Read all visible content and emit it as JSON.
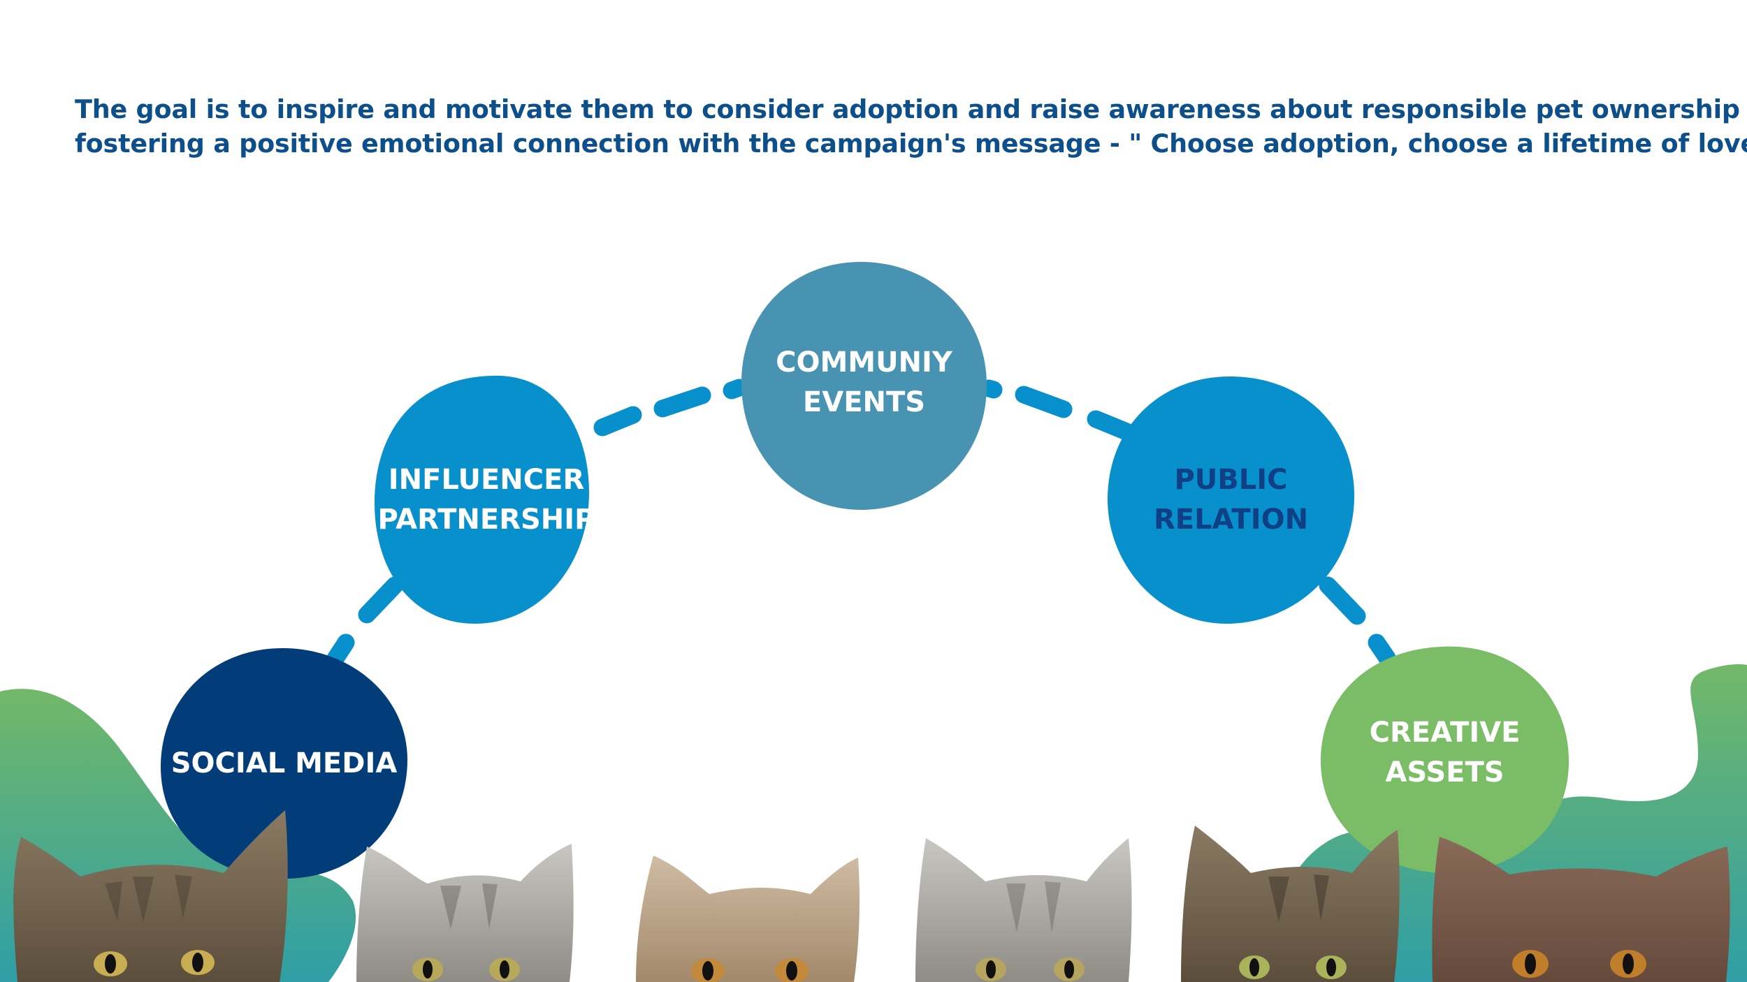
{
  "intro": {
    "line1": "The goal is to inspire and motivate them to consider adoption and raise awareness about responsible pet ownership while",
    "line2": "fostering a positive emotional connection with the campaign's message - \" Choose adoption, choose a lifetime of love\""
  },
  "nodes": {
    "social_media": {
      "line1": "SOCIAL MEDIA",
      "color": "#023d7a",
      "text_color": "#ffffff"
    },
    "influencer": {
      "line1": "INFLUENCER",
      "line2": "PARTNERSHIP",
      "color": "#0890cc",
      "text_color": "#ffffff"
    },
    "community": {
      "line1": "COMMUNIY",
      "line2": "EVENTS",
      "color": "#4892b2",
      "text_color": "#ffffff"
    },
    "public_relation": {
      "line1": "PUBLIC",
      "line2": "RELATION",
      "color": "#0890cc",
      "text_color": "#0f3f84"
    },
    "creative": {
      "line1": "CREATIVE",
      "line2": "ASSETS",
      "color": "#7bbd67",
      "text_color": "#ffffff"
    }
  },
  "connector_color": "#0890cc",
  "background_colors": {
    "blob_top": "#72b868",
    "blob_bottom": "#2f9ea6"
  }
}
